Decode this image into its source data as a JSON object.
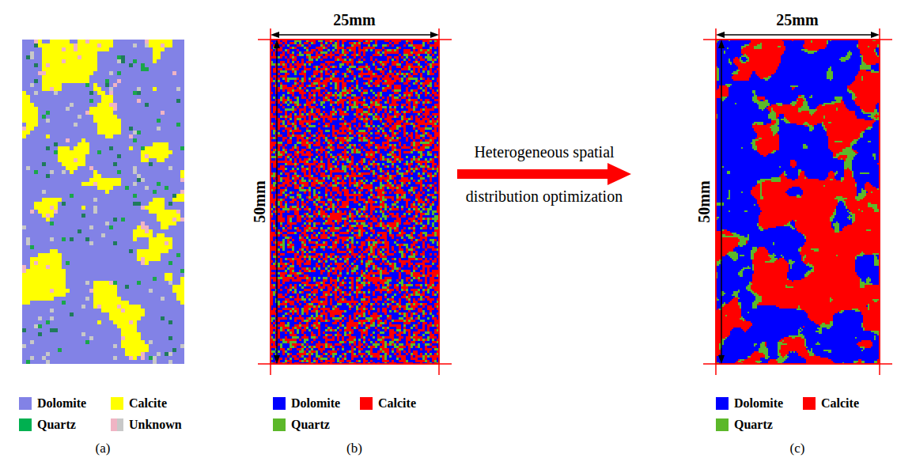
{
  "diagram": {
    "labels": [
      "25mm",
      "50mm",
      "Heterogeneous spatial distribution optimization",
      "25mm",
      "50mm",
      "(a)",
      "(b)",
      "(c)"
    ],
    "legend": [
      {
        "text": "Dolomite",
        "color": "#8282e6"
      },
      {
        "text": "Calcite",
        "color": "#ffff00"
      },
      {
        "text": "Quartz",
        "color": "#00b050"
      },
      {
        "text": "Unknown"
      },
      {
        "text": "Dolomite",
        "color": "#0000ff"
      },
      {
        "text": "Calcite",
        "color": "#ff0000"
      },
      {
        "text": "Quartz",
        "color": "#5cb82a"
      },
      {
        "text": "Dolomite",
        "color": "#0000ff"
      },
      {
        "text": "Calcite",
        "color": "#ff0000"
      },
      {
        "text": "Quartz",
        "color": "#5cb82a"
      }
    ]
  }
}
